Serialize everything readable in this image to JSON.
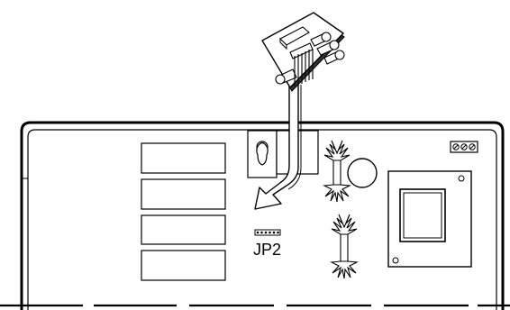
{
  "diagram": {
    "connector_label": "JP2",
    "slot_count": 4,
    "terminal_screw_count": 3,
    "header_pin_count": 6,
    "colors": {
      "line": "#000000",
      "background": "#ffffff",
      "module_board": "#333333",
      "component_fill": "#ffffff"
    },
    "icons": {
      "plug_in_module": "rf-module-board-icon",
      "guide_arrow": "curved-down-arrow-icon",
      "mounting_hole": "keyhole-icon",
      "terminal_block": "screw-terminal-icon",
      "transformer": "transformer-icon",
      "spark_gaps": "surge-protector-icon",
      "round_component": "round-component-icon"
    }
  }
}
